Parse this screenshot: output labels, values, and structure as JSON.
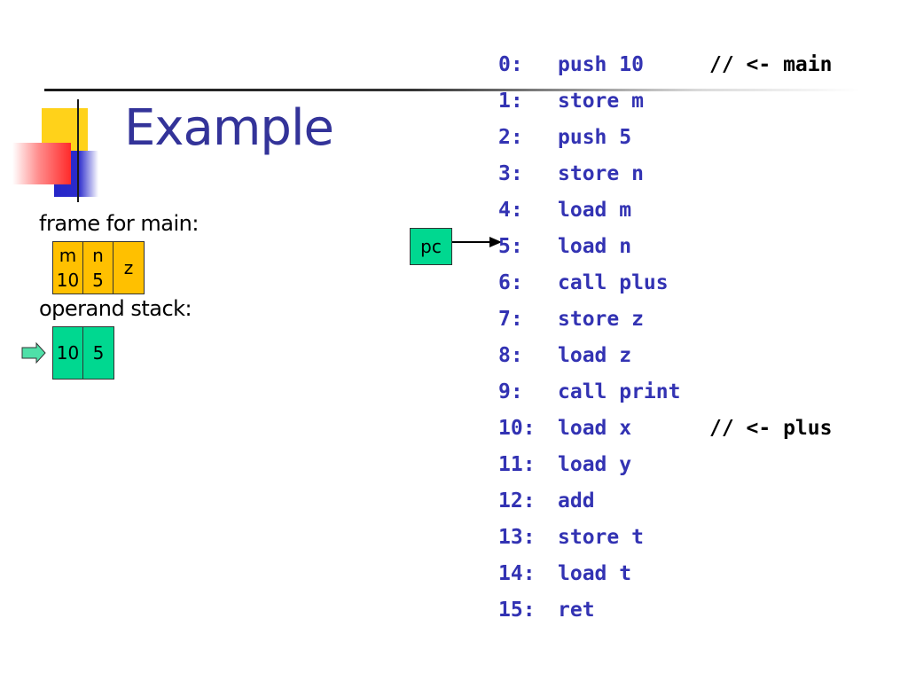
{
  "title": "Example",
  "frame_label": "frame for main:",
  "frame": [
    {
      "name": "m",
      "value": "10"
    },
    {
      "name": "n",
      "value": "5"
    },
    {
      "name": "z",
      "value": ""
    }
  ],
  "stack_label": "operand stack:",
  "stack": [
    "10",
    "5"
  ],
  "pc_label": "pc",
  "code": [
    {
      "num": "0:",
      "instr": "push 10",
      "comment": "// <- main"
    },
    {
      "num": "1:",
      "instr": "store m",
      "comment": ""
    },
    {
      "num": "2:",
      "instr": "push 5",
      "comment": ""
    },
    {
      "num": "3:",
      "instr": "store n",
      "comment": ""
    },
    {
      "num": "4:",
      "instr": "load m",
      "comment": ""
    },
    {
      "num": "5:",
      "instr": "load n",
      "comment": ""
    },
    {
      "num": "6:",
      "instr": "call plus",
      "comment": ""
    },
    {
      "num": "7:",
      "instr": "store z",
      "comment": ""
    },
    {
      "num": "8:",
      "instr": "load z",
      "comment": ""
    },
    {
      "num": "9:",
      "instr": "call print",
      "comment": ""
    },
    {
      "num": "10:",
      "instr": "load x",
      "comment": "// <- plus"
    },
    {
      "num": "11:",
      "instr": "load y",
      "comment": ""
    },
    {
      "num": "12:",
      "instr": "add",
      "comment": ""
    },
    {
      "num": "13:",
      "instr": "store t",
      "comment": ""
    },
    {
      "num": "14:",
      "instr": "load t",
      "comment": ""
    },
    {
      "num": "15:",
      "instr": "ret",
      "comment": ""
    }
  ],
  "colors": {
    "title": "#333399",
    "code": "#3333b3",
    "frame_cell": "#ffc000",
    "stack_cell": "#00d890",
    "pc_box": "#00d890"
  }
}
